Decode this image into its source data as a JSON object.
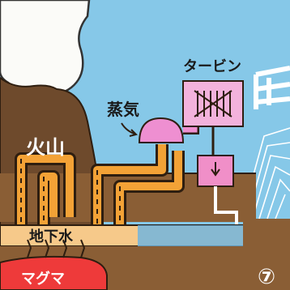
{
  "labels": {
    "volcano": "火山",
    "steam": "蒸気",
    "turbine": "タービン",
    "groundwater": "地下水",
    "magma": "マグマ",
    "corner_mark": "⑦"
  },
  "colors": {
    "sky": "#86c8e8",
    "smoke": "#fbfbf8",
    "volcano": "#6e4a2c",
    "rock": "#8a5e35",
    "groundwater": "#f6c98a",
    "magma": "#ee3a3a",
    "turbine_box": "#f3b2dc",
    "steam_dome": "#ee8fd1",
    "pipe": "#f3a236",
    "water_box": "#f08fc8",
    "ground_dark": "#3e2a17"
  }
}
